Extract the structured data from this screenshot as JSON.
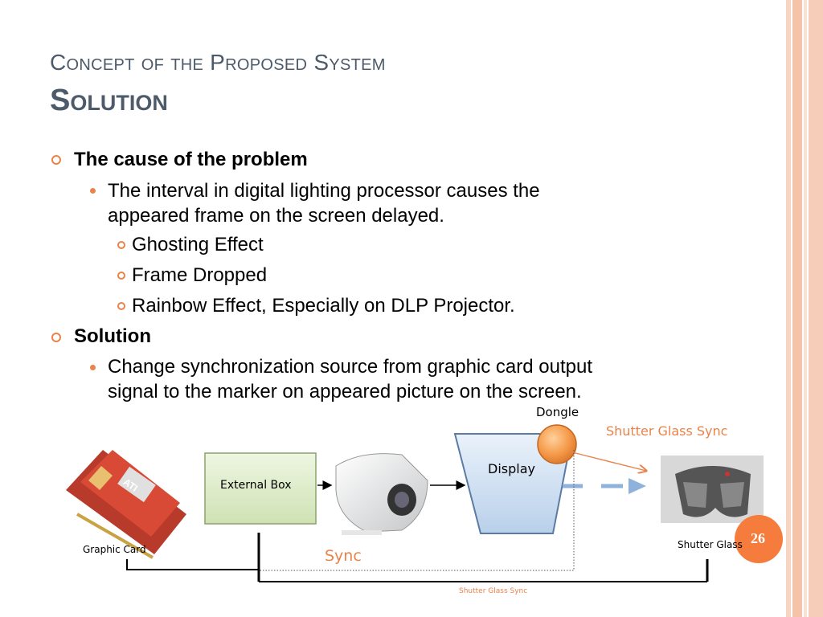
{
  "slide": {
    "title_line1": "Concept of the Proposed System",
    "title_line2": "Solution",
    "page_number": "26"
  },
  "bullets": {
    "cause_heading": "The cause of the problem",
    "cause_desc_line1": "The interval in digital lighting processor causes the",
    "cause_desc_line2": "appeared frame on the screen delayed.",
    "effects": [
      "Ghosting Effect",
      "Frame Dropped",
      "Rainbow Effect, Especially on DLP Projector."
    ],
    "solution_heading": "Solution",
    "solution_desc_line1": "Change synchronization source from graphic card output",
    "solution_desc_line2": "signal to the marker on appeared picture on the screen."
  },
  "diagram": {
    "graphic_card": "Graphic Card",
    "external_box": "External Box",
    "display": "Display",
    "dongle": "Dongle",
    "shutter_glass_sync_top": "Shutter Glass Sync",
    "shutter_glass": "Shutter Glass",
    "sync": "Sync",
    "shutter_glass_sync_bottom": "Shutter Glass Sync",
    "colors": {
      "accent_orange": "#e8834a",
      "arrow_blue": "#8fb2dc",
      "box_green": "#dcebc6",
      "display_blue": "#cfe0f1"
    }
  }
}
